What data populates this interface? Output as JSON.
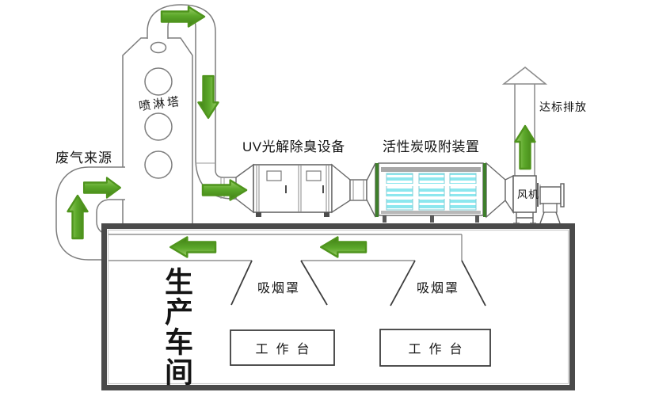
{
  "labels": {
    "waste_gas_source": "废气来源",
    "spray_tower": "喷淋塔",
    "uv_equipment": "UV光解除臭设备",
    "carbon_adsorption": "活性炭吸附装置",
    "discharge": "达标排放",
    "fan": "风机",
    "workshop": "生产车间",
    "smoke_hood_1": "吸烟罩",
    "smoke_hood_2": "吸烟罩",
    "workbench_1": "工作台",
    "workbench_2": "工作台"
  },
  "flow_arrows": [
    {
      "id": "arch-top",
      "direction": "right"
    },
    {
      "id": "downpipe",
      "direction": "down"
    },
    {
      "id": "riser",
      "direction": "up"
    },
    {
      "id": "to-tower",
      "direction": "right"
    },
    {
      "id": "to-uv",
      "direction": "right"
    },
    {
      "id": "chimney",
      "direction": "up"
    },
    {
      "id": "duct-1",
      "direction": "left"
    },
    {
      "id": "duct-2",
      "direction": "left"
    }
  ],
  "colors": {
    "arrow_green": "#5CA82A",
    "arrow_green_light": "#9ED06B",
    "arrow_green_dark": "#3F7E15",
    "arrow_edge": "#4F941D",
    "carbon_stripe_cyan": "#8DE7EE",
    "carbon_edge_green": "#3E7E2B",
    "line_gray": "#7D7D7D",
    "wall_dark": "#4A4A4A"
  }
}
